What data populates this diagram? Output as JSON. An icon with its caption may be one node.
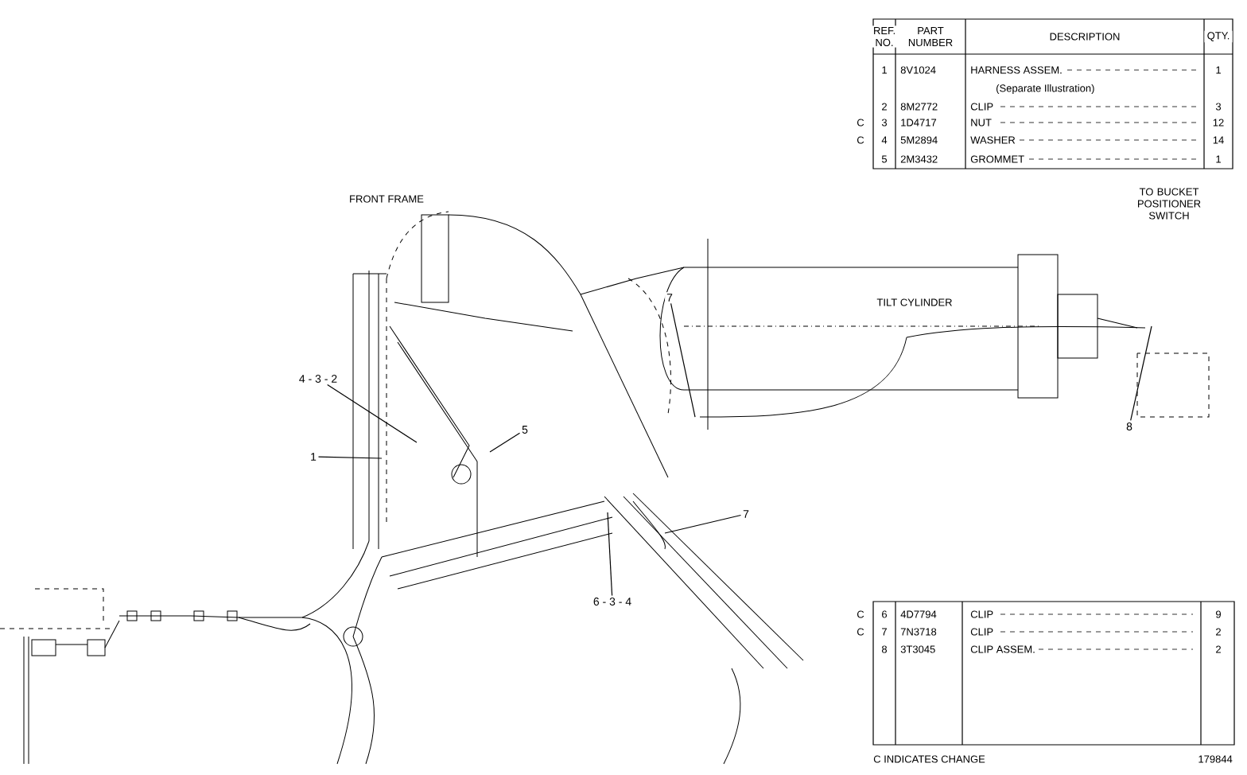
{
  "diagram": {
    "nodes": [
      {
        "text": [
          "4 - 3 - 2"
        ]
      },
      {
        "text": [
          "1"
        ]
      },
      {
        "text": [
          "5"
        ]
      },
      {
        "text": [
          "7"
        ]
      },
      {
        "text": [
          "7"
        ]
      },
      {
        "text": [
          "8"
        ]
      },
      {
        "text": [
          "6 - 3 - 4"
        ]
      }
    ],
    "edges": [
      {
        "from": 0,
        "to": null,
        "arrow": "none"
      },
      {
        "from": 1,
        "to": null,
        "arrow": "none"
      },
      {
        "from": 2,
        "to": null,
        "arrow": "none"
      },
      {
        "from": 3,
        "to": null,
        "arrow": "none"
      },
      {
        "from": 4,
        "to": null,
        "arrow": "none"
      },
      {
        "from": 5,
        "to": null,
        "arrow": "none"
      },
      {
        "from": 6,
        "to": null,
        "arrow": "none"
      }
    ],
    "labels": [
      "FRONT FRAME",
      "TILT CYLINDER",
      "TO BUCKET POSITIONER SWITCH",
      "REF. NO.",
      "PART NUMBER",
      "DESCRIPTION",
      "QTY.",
      "1",
      "8V1024",
      "HARNESS ASSEM.",
      "1",
      "(Separate Illustration)",
      "2",
      "8M2772",
      "CLIP",
      "3",
      "C",
      "3",
      "1D4717",
      "NUT",
      "12",
      "C",
      "4",
      "5M2894",
      "WASHER",
      "14",
      "5",
      "2M3432",
      "GROMMET",
      "1",
      "C",
      "6",
      "4D7794",
      "CLIP",
      "9",
      "C",
      "7",
      "7N3718",
      "CLIP",
      "2",
      "8",
      "3T3045",
      "CLIP ASSEM.",
      "2",
      "C INDICATES CHANGE",
      "179844"
    ]
  }
}
